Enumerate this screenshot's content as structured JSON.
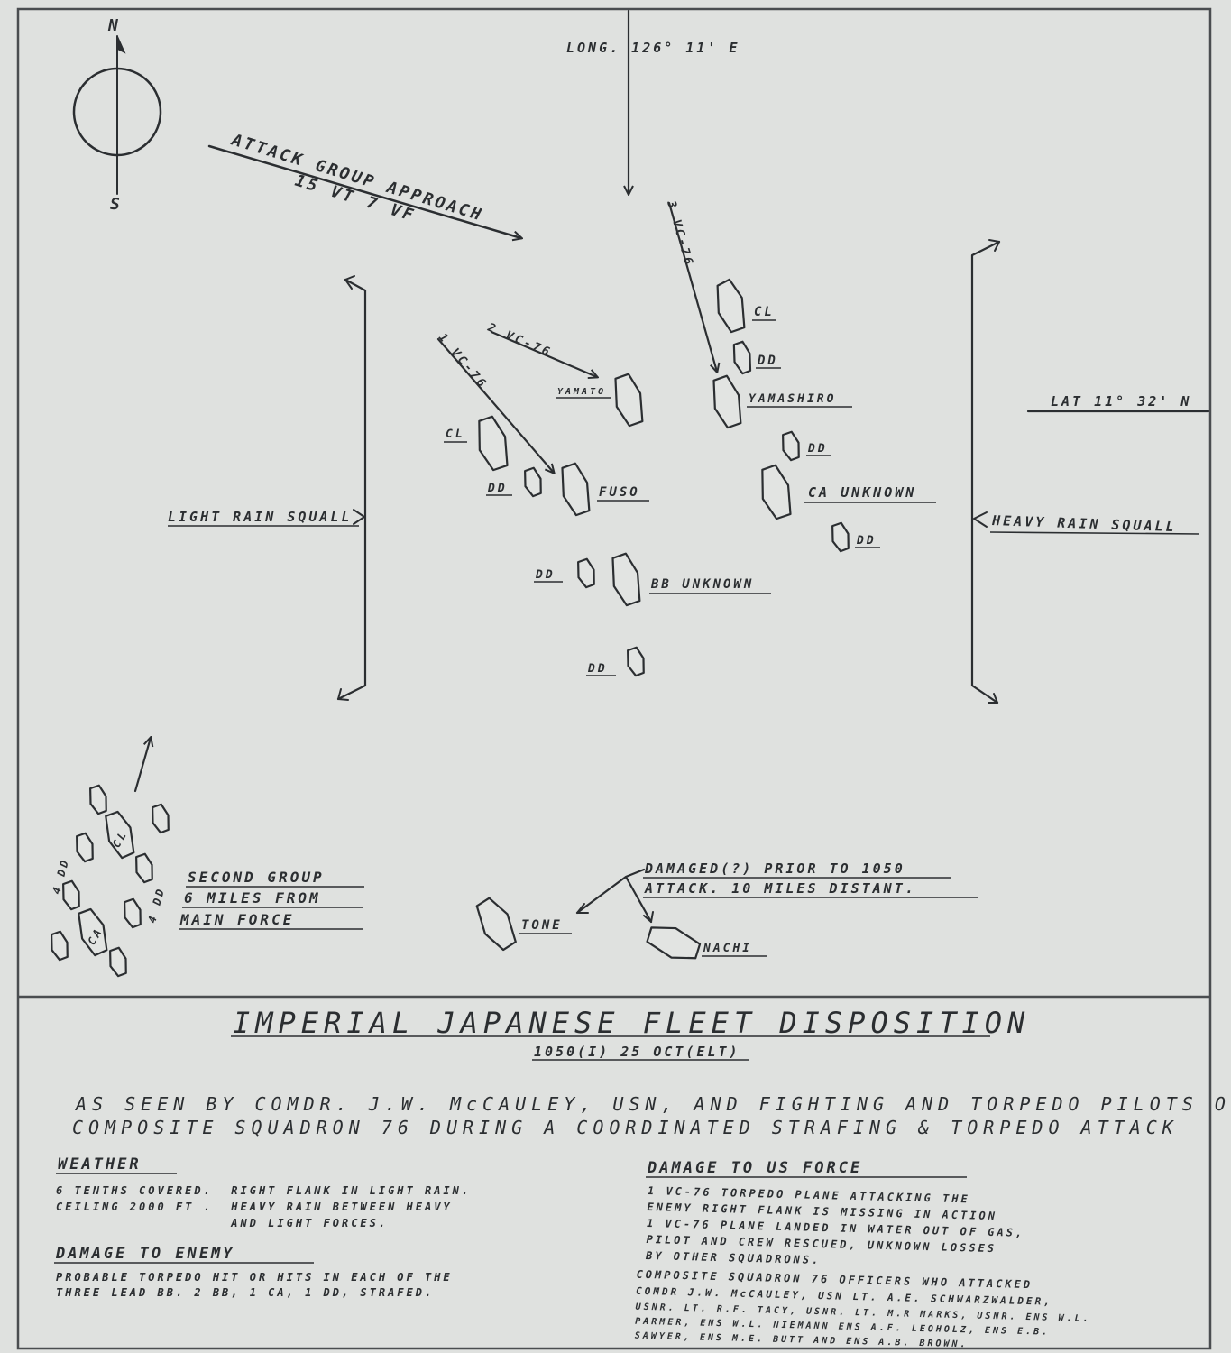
{
  "compass": {
    "north": "N",
    "south": "S"
  },
  "longitude_label": "LONG. 126° 11' E",
  "latitude_label": "LAT 11° 32' N",
  "attack_approach": {
    "line1": "ATTACK GROUP APPROACH",
    "line2": "15 VT     7 VF"
  },
  "squadron_arrows": {
    "one": "1 VC-76",
    "two": "2 VC-76",
    "three": "3 VC-76"
  },
  "squalls": {
    "light": "LIGHT RAIN SQUALL",
    "heavy": "HEAVY RAIN SQUALL"
  },
  "ships": {
    "cl_top": "CL",
    "dd_top": "DD",
    "yamato": "YAMATO",
    "yamashiro": "YAMASHIRO",
    "cl_left": "CL",
    "dd_right1": "DD",
    "dd_left": "DD",
    "fuso": "FUSO",
    "ca_unknown": "CA UNKNOWN",
    "dd_right2": "DD",
    "dd_mid": "DD",
    "bb_unknown": "BB UNKNOWN",
    "dd_bottom": "DD",
    "tone": "TONE",
    "nachi": "NACHI"
  },
  "second_group": {
    "line1": "SECOND GROUP",
    "line2": "6 MILES FROM",
    "line3": "MAIN FORCE",
    "cl": "CL",
    "ca": "CA",
    "dd_left": "4 DD",
    "dd_right": "4 DD"
  },
  "damaged_note": {
    "line1": "DAMAGED(?) PRIOR TO 1050",
    "line2": "ATTACK. 10 MILES DISTANT."
  },
  "title": "IMPERIAL JAPANESE FLEET DISPOSITION",
  "subtitle": "1050(I) 25 OCT(ELT)",
  "seen_by": {
    "line1": "AS SEEN BY COMDR. J.W. McCAULEY, USN, AND FIGHTING AND TORPEDO PILOTS OF",
    "line2": "COMPOSITE SQUADRON 76 DURING A COORDINATED STRAFING & TORPEDO ATTACK"
  },
  "weather": {
    "heading": "WEATHER",
    "lines": [
      "6 TENTHS COVERED.  RIGHT FLANK IN LIGHT RAIN.",
      "CEILING 2000 FT .  HEAVY RAIN BETWEEN HEAVY",
      "                   AND LIGHT FORCES."
    ]
  },
  "damage_enemy": {
    "heading": "DAMAGE TO ENEMY",
    "lines": [
      "PROBABLE TORPEDO HIT OR HITS IN EACH OF THE",
      "THREE LEAD BB.  2 BB, 1 CA, 1 DD, STRAFED."
    ]
  },
  "damage_us": {
    "heading": "DAMAGE TO US FORCE",
    "lines": [
      "1 VC-76 TORPEDO PLANE ATTACKING THE",
      "ENEMY RIGHT FLANK IS MISSING IN ACTION",
      "1 VC-76 PLANE LANDED IN WATER OUT OF GAS,",
      "PILOT AND CREW RESCUED, UNKNOWN LOSSES",
      "BY OTHER SQUADRONS.",
      "COMPOSITE SQUADRON 76 OFFICERS WHO ATTACKED",
      "COMDR J.W. McCAULEY, USN   LT. A.E. SCHWARZWALDER,",
      "USNR.  LT. R.F. TACY, USNR.  LT. M.R MARKS, USNR.  ENS W.L.",
      "PARMER, ENS W.L. NIEMANN     ENS A.F. LEOHOLZ, ENS E.B.",
      "SAWYER, ENS M.E. BUTT AND ENS A.B. BROWN."
    ]
  }
}
